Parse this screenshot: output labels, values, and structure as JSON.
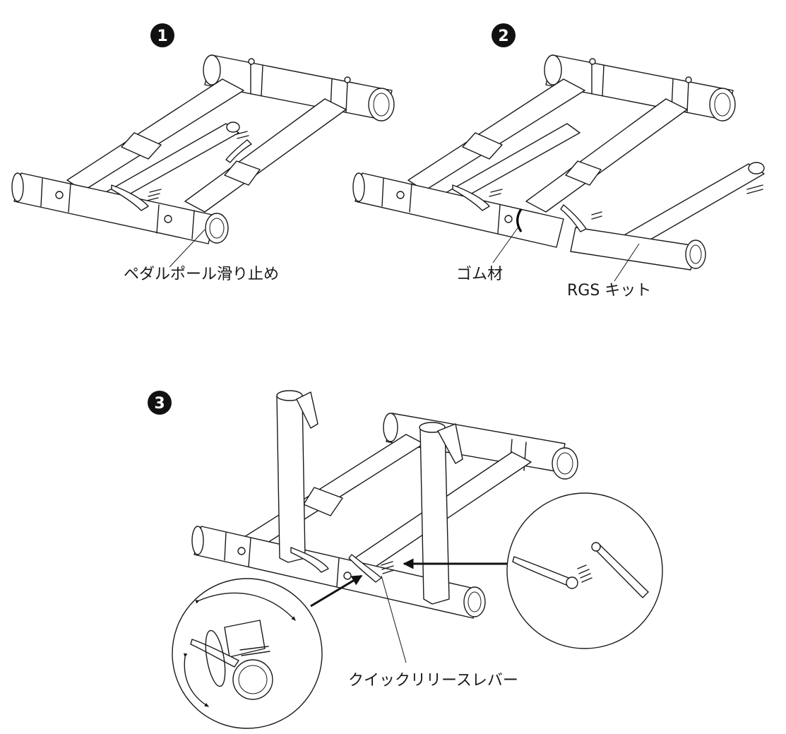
{
  "steps": [
    {
      "number": "1"
    },
    {
      "number": "2"
    },
    {
      "number": "3"
    }
  ],
  "labels": {
    "pedal_pole_stopper": "ペダルポール滑り止め",
    "rubber": "ゴム材",
    "rgs_kit": "RGS キット",
    "quick_release_lever": "クイックリリースレバー"
  },
  "colors": {
    "line": "#1a1a1a",
    "badge": "#111111",
    "background": "#ffffff"
  }
}
